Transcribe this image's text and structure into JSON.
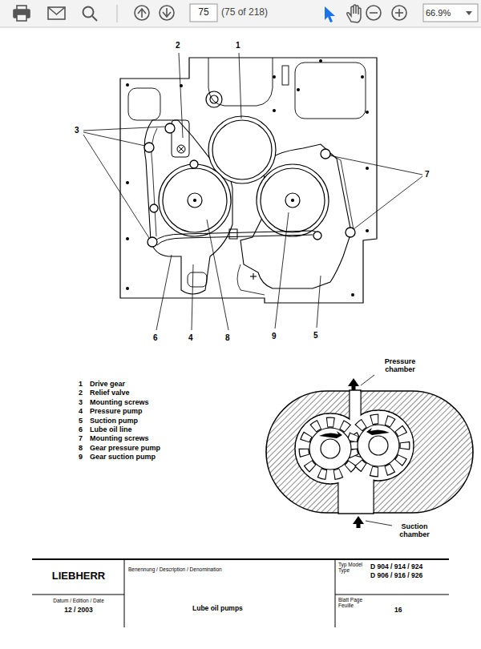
{
  "diagram": {
    "labels": [
      "75",
      "(75 of 218)",
      "66.9%",
      "2",
      "1",
      "3",
      "7",
      "6",
      "4",
      "8",
      "9",
      "5",
      "1",
      "Drive gear",
      "2",
      "Relief valve",
      "3",
      "Mounting screws",
      "4",
      "Pressure pump",
      "5",
      "Suction pump",
      "6",
      "Lube oil line",
      "7",
      "Mounting screws",
      "8",
      "Gear pressure pump",
      "9",
      "Gear suction pump",
      "Pressure chamber",
      "Suction chamber",
      "LIEBHERR",
      "Benennung / Description / Denomination",
      "Lube oil pumps",
      "Datum / Edition / Date",
      "12 / 2003",
      "Typ Model Type",
      "D 904 / 914 / 924",
      "D 906 / 916 / 926",
      "Blatt Page Feuille",
      "16"
    ]
  }
}
